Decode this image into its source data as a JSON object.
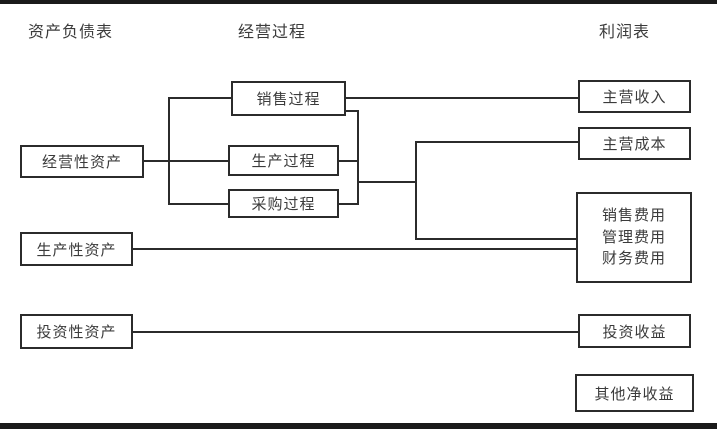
{
  "diagram": {
    "title_row": {
      "balance_sheet": "资产负债表",
      "operating_process": "经营过程",
      "income_statement": "利润表"
    },
    "assets": [
      {
        "id": "operating-assets",
        "label": "经营性资产"
      },
      {
        "id": "productive-assets",
        "label": "生产性资产"
      },
      {
        "id": "investment-assets",
        "label": "投资性资产"
      }
    ],
    "processes": [
      {
        "id": "sales-process",
        "label": "销售过程"
      },
      {
        "id": "production-process",
        "label": "生产过程"
      },
      {
        "id": "purchase-process",
        "label": "采购过程"
      }
    ],
    "income_items": [
      {
        "id": "main-revenue",
        "label": "主营收入"
      },
      {
        "id": "main-cost",
        "label": "主营成本"
      },
      {
        "id": "expenses",
        "lines": [
          "销售费用",
          "管理费用",
          "财务费用"
        ]
      },
      {
        "id": "investment-income",
        "label": "投资收益"
      },
      {
        "id": "other-net-income",
        "label": "其他净收益"
      }
    ],
    "colors": {
      "line": "#2b2b2b",
      "text": "#3b3b3b",
      "background": "#ffffff"
    }
  }
}
